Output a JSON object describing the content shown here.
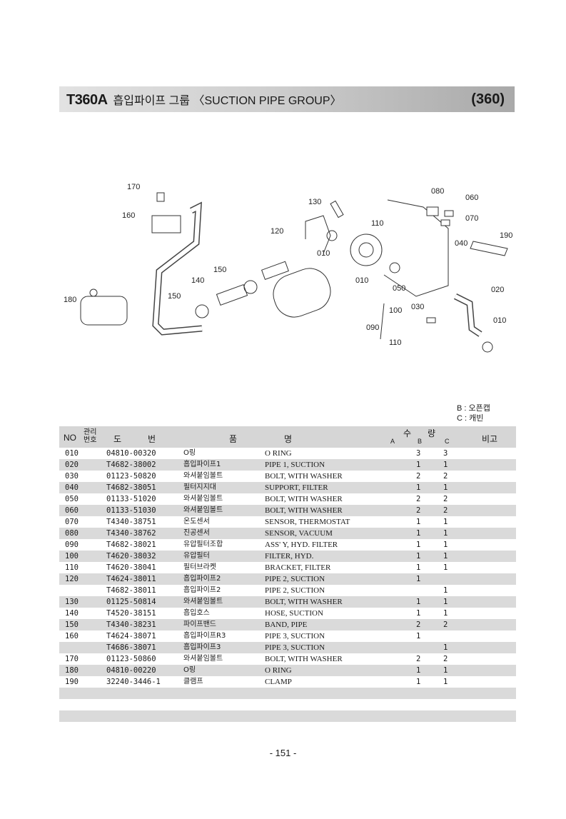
{
  "header": {
    "code": "T360A",
    "title": "흡입파이프 그룹 〈SUCTION PIPE GROUP〉",
    "group_number": "(360)"
  },
  "diagram": {
    "callouts": [
      "170",
      "160",
      "180",
      "150",
      "140",
      "150",
      "130",
      "120",
      "010",
      "110",
      "010",
      "050",
      "080",
      "060",
      "070",
      "040",
      "190",
      "020",
      "100",
      "030",
      "090",
      "110",
      "010"
    ]
  },
  "legend": {
    "line1": "B : 오픈캡",
    "line2": "C : 캐빈"
  },
  "table": {
    "headers": {
      "no": "NO",
      "mgmt": "관리번호",
      "drawing": "도",
      "number": "번",
      "item": "품",
      "name": "명",
      "qty": "수",
      "qty2": "량",
      "a": "A",
      "b": "B",
      "c": "C",
      "remark": "비고"
    },
    "rows": [
      {
        "no": "010",
        "part": "04810-00320",
        "kr": "O링",
        "en": "O RING",
        "b": "3",
        "c": "3"
      },
      {
        "no": "020",
        "part": "T4682-38002",
        "kr": "흡입파이프1",
        "en": "PIPE 1, SUCTION",
        "b": "1",
        "c": "1"
      },
      {
        "no": "030",
        "part": "01123-50820",
        "kr": "와셔붙임볼트",
        "en": "BOLT, WITH WASHER",
        "b": "2",
        "c": "2"
      },
      {
        "no": "040",
        "part": "T4682-38051",
        "kr": "필터지지대",
        "en": "SUPPORT, FILTER",
        "b": "1",
        "c": "1"
      },
      {
        "no": "050",
        "part": "01133-51020",
        "kr": "와셔붙임볼트",
        "en": "BOLT, WITH WASHER",
        "b": "2",
        "c": "2"
      },
      {
        "no": "060",
        "part": "01133-51030",
        "kr": "와셔붙임볼트",
        "en": "BOLT, WITH WASHER",
        "b": "2",
        "c": "2"
      },
      {
        "no": "070",
        "part": "T4340-38751",
        "kr": "온도센서",
        "en": "SENSOR, THERMOSTAT",
        "b": "1",
        "c": "1"
      },
      {
        "no": "080",
        "part": "T4340-38762",
        "kr": "진공센서",
        "en": "SENSOR, VACUUM",
        "b": "1",
        "c": "1"
      },
      {
        "no": "090",
        "part": "T4682-38021",
        "kr": "유압필터조합",
        "en": "ASS' Y, HYD. FILTER",
        "b": "1",
        "c": "1"
      },
      {
        "no": "100",
        "part": "T4620-38032",
        "kr": "유압필터",
        "en": "FILTER, HYD.",
        "b": "1",
        "c": "1"
      },
      {
        "no": "110",
        "part": "T4620-38041",
        "kr": "필터브라켓",
        "en": "BRACKET, FILTER",
        "b": "1",
        "c": "1"
      },
      {
        "no": "120",
        "part": "T4624-38011",
        "kr": "흡입파이프2",
        "en": "PIPE 2, SUCTION",
        "b": "1",
        "c": ""
      },
      {
        "no": "",
        "part": "T4682-38011",
        "kr": "흡입파이프2",
        "en": "PIPE 2, SUCTION",
        "b": "",
        "c": "1"
      },
      {
        "no": "130",
        "part": "01125-50814",
        "kr": "와셔붙임볼트",
        "en": "BOLT, WITH WASHER",
        "b": "1",
        "c": "1"
      },
      {
        "no": "140",
        "part": "T4520-38151",
        "kr": "흡입호스",
        "en": "HOSE, SUCTION",
        "b": "1",
        "c": "1"
      },
      {
        "no": "150",
        "part": "T4340-38231",
        "kr": "파이프밴드",
        "en": "BAND, PIPE",
        "b": "2",
        "c": "2"
      },
      {
        "no": "160",
        "part": "T4624-38071",
        "kr": "흡입파이프R3",
        "en": "PIPE 3, SUCTION",
        "b": "1",
        "c": ""
      },
      {
        "no": "",
        "part": "T4686-38071",
        "kr": "흡입파이프3",
        "en": "PIPE 3, SUCTION",
        "b": "",
        "c": "1"
      },
      {
        "no": "170",
        "part": "01123-50860",
        "kr": "와셔붙임볼트",
        "en": "BOLT, WITH WASHER",
        "b": "2",
        "c": "2"
      },
      {
        "no": "180",
        "part": "04810-00220",
        "kr": "O링",
        "en": "O RING",
        "b": "1",
        "c": "1"
      },
      {
        "no": "190",
        "part": "32240-3446-1",
        "kr": "클램프",
        "en": "CLAMP",
        "b": "1",
        "c": "1"
      }
    ]
  },
  "footer": {
    "page": "- 151 -"
  }
}
